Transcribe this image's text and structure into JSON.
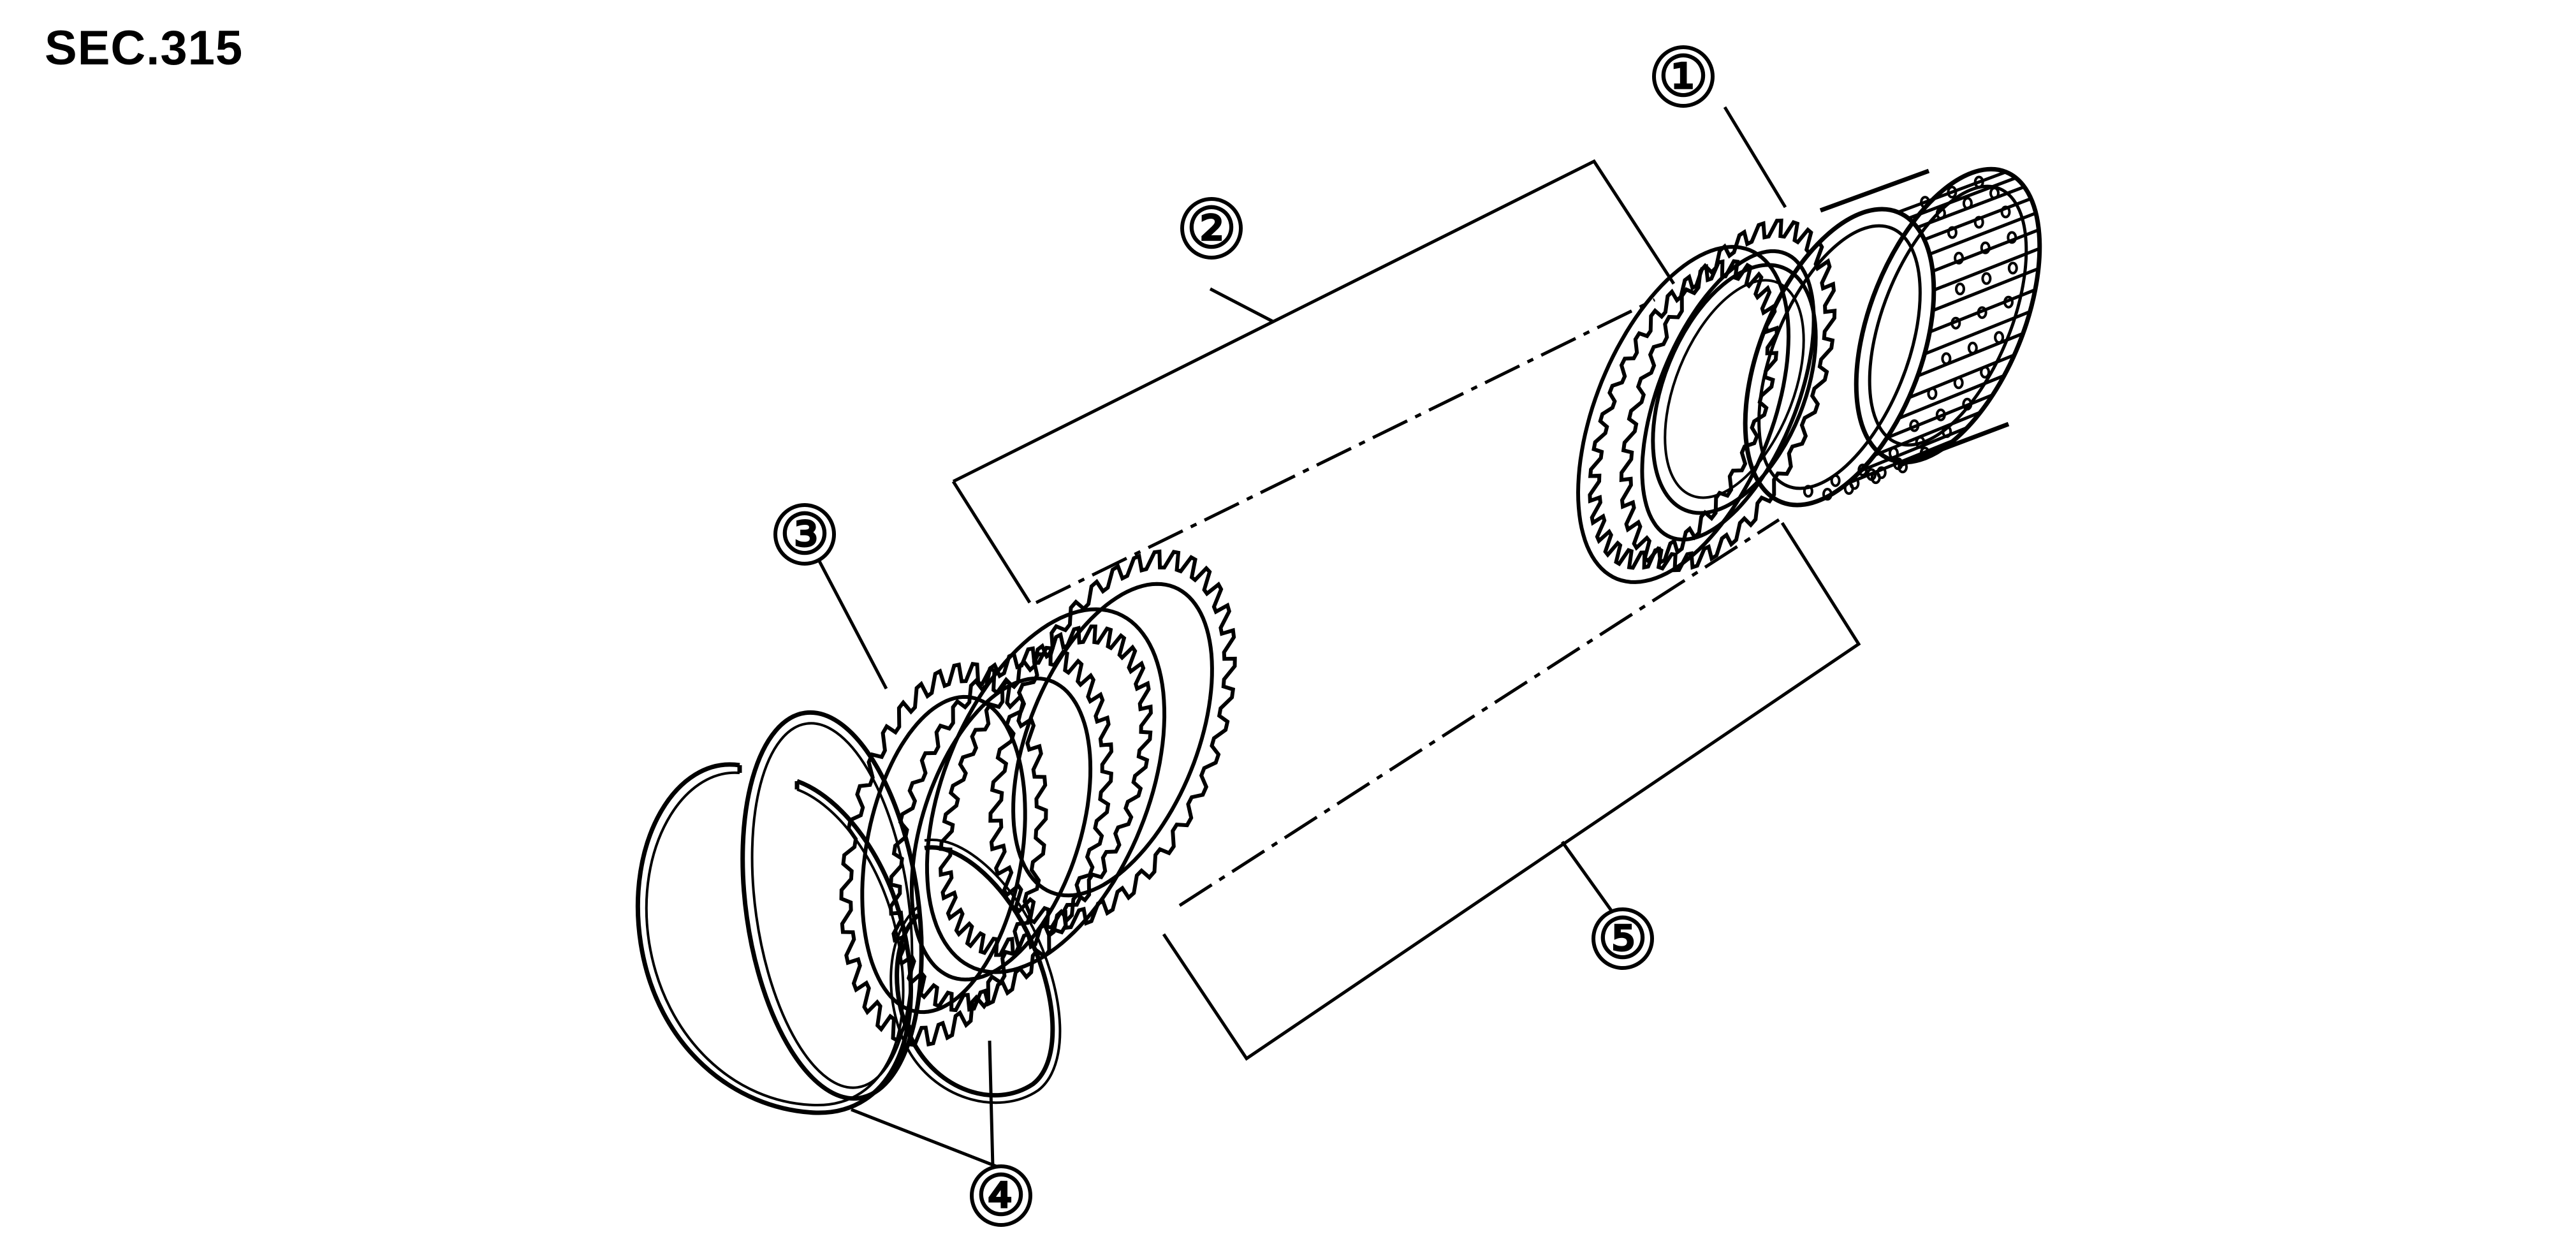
{
  "section": "SEC.315",
  "callouts": [
    {
      "number": "①"
    },
    {
      "number": "②"
    },
    {
      "number": "③"
    },
    {
      "number": "④"
    },
    {
      "number": "⑤"
    }
  ],
  "colors": {
    "line": "#000000",
    "background": "#ffffff"
  },
  "icons": [
    "drum-icon",
    "clutch-plate-icon",
    "snap-ring-icon",
    "retaining-plate-icon"
  ]
}
